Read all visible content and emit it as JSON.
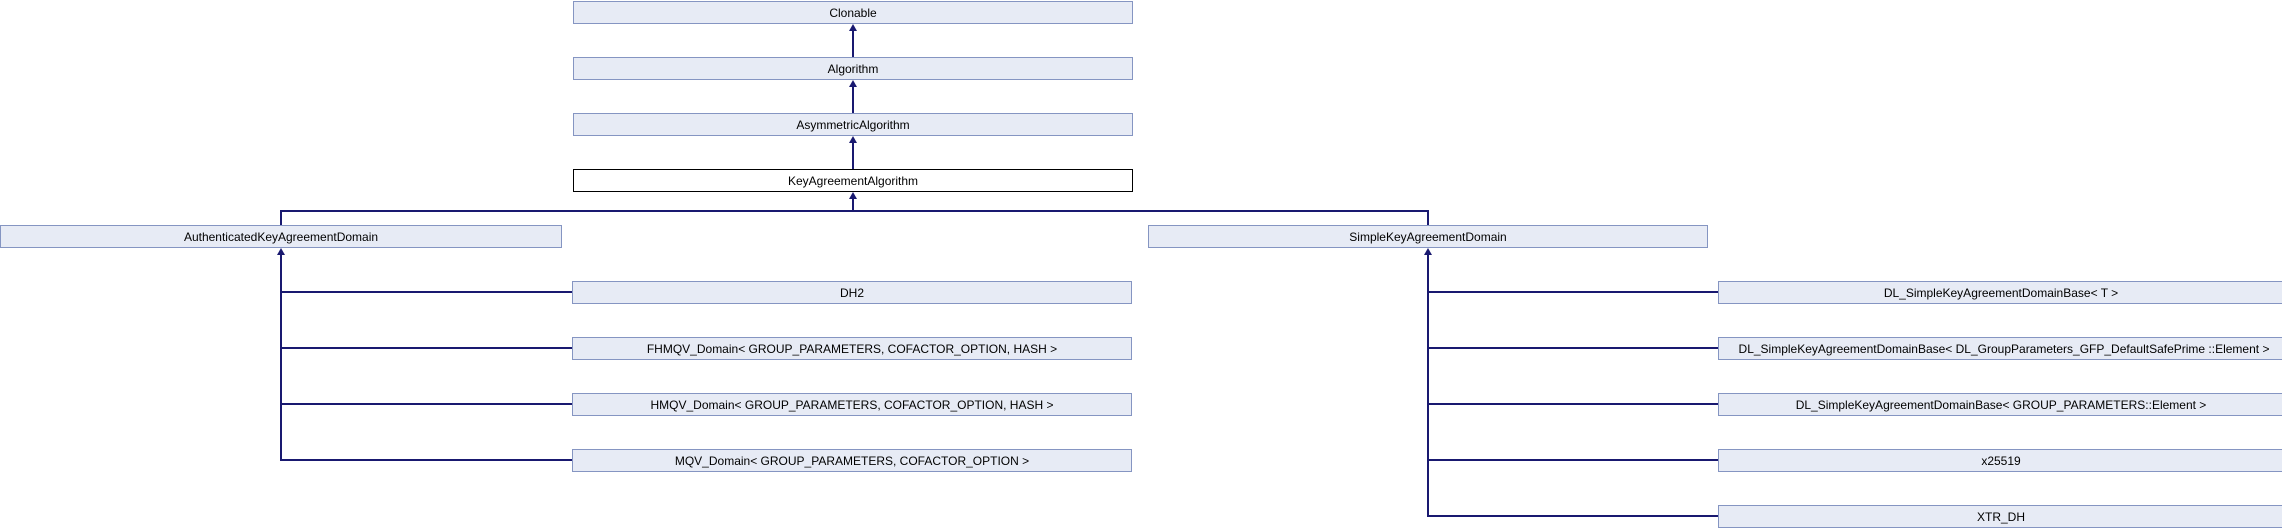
{
  "diagram": {
    "type": "class-inheritance-graph",
    "highlighted_node": "KeyAgreementAlgorithm",
    "colors": {
      "node_fill": "#e7ebf5",
      "node_border": "#8595c2",
      "highlight_fill": "#ffffff",
      "highlight_border": "#000000",
      "edge": "#191970",
      "text": "#000000"
    },
    "nodes": [
      {
        "label": "Clonable"
      },
      {
        "label": "Algorithm"
      },
      {
        "label": "AsymmetricAlgorithm"
      },
      {
        "label": "KeyAgreementAlgorithm"
      },
      {
        "label": "AuthenticatedKeyAgreementDomain"
      },
      {
        "label": "SimpleKeyAgreementDomain"
      },
      {
        "label": "DH2"
      },
      {
        "label": "FHMQV_Domain< GROUP_PARAMETERS, COFACTOR_OPTION, HASH >"
      },
      {
        "label": "HMQV_Domain< GROUP_PARAMETERS, COFACTOR_OPTION, HASH >"
      },
      {
        "label": "MQV_Domain< GROUP_PARAMETERS, COFACTOR_OPTION >"
      },
      {
        "label": "DL_SimpleKeyAgreementDomainBase< T >"
      },
      {
        "label": "DL_SimpleKeyAgreementDomainBase< DL_GroupParameters_GFP_DefaultSafePrime ::Element >"
      },
      {
        "label": "DL_SimpleKeyAgreementDomainBase< GROUP_PARAMETERS::Element >"
      },
      {
        "label": "x25519"
      },
      {
        "label": "XTR_DH"
      }
    ],
    "edges": [
      {
        "from": "Algorithm",
        "to": "Clonable"
      },
      {
        "from": "AsymmetricAlgorithm",
        "to": "Algorithm"
      },
      {
        "from": "KeyAgreementAlgorithm",
        "to": "AsymmetricAlgorithm"
      },
      {
        "from": "AuthenticatedKeyAgreementDomain",
        "to": "KeyAgreementAlgorithm"
      },
      {
        "from": "SimpleKeyAgreementDomain",
        "to": "KeyAgreementAlgorithm"
      },
      {
        "from": "DH2",
        "to": "AuthenticatedKeyAgreementDomain"
      },
      {
        "from": "FHMQV_Domain< GROUP_PARAMETERS, COFACTOR_OPTION, HASH >",
        "to": "AuthenticatedKeyAgreementDomain"
      },
      {
        "from": "HMQV_Domain< GROUP_PARAMETERS, COFACTOR_OPTION, HASH >",
        "to": "AuthenticatedKeyAgreementDomain"
      },
      {
        "from": "MQV_Domain< GROUP_PARAMETERS, COFACTOR_OPTION >",
        "to": "AuthenticatedKeyAgreementDomain"
      },
      {
        "from": "DL_SimpleKeyAgreementDomainBase< T >",
        "to": "SimpleKeyAgreementDomain"
      },
      {
        "from": "DL_SimpleKeyAgreementDomainBase< DL_GroupParameters_GFP_DefaultSafePrime ::Element >",
        "to": "SimpleKeyAgreementDomain"
      },
      {
        "from": "DL_SimpleKeyAgreementDomainBase< GROUP_PARAMETERS::Element >",
        "to": "SimpleKeyAgreementDomain"
      },
      {
        "from": "x25519",
        "to": "SimpleKeyAgreementDomain"
      },
      {
        "from": "XTR_DH",
        "to": "SimpleKeyAgreementDomain"
      }
    ]
  }
}
